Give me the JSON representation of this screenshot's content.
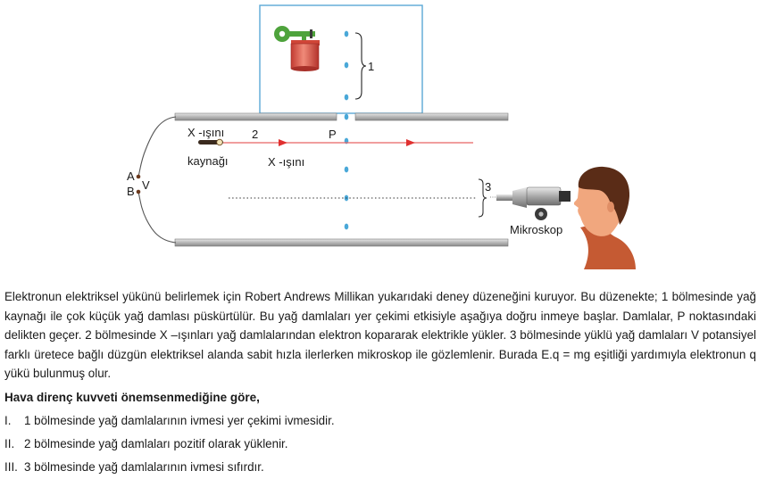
{
  "diagram": {
    "label_chamber_1": "1",
    "label_x_ray_source_line1": "X -ışını",
    "label_x_ray_source_line2": "kaynağı",
    "label_chamber_2": "2",
    "label_point_p": "P",
    "label_x_ray_beam": "X -ışını",
    "label_terminal_a": "A",
    "label_terminal_b": "B",
    "label_voltage": "V",
    "label_chamber_3": "3",
    "label_microscope": "Mikroskop"
  },
  "paragraph": "Elektronun elektriksel yükünü belirlemek için Robert Andrews Millikan yukarıdaki deney düzeneğini kuruyor. Bu düzenekte; 1 bölmesinde yağ kaynağı ile çok küçük yağ damlası püskürtülür. Bu yağ damlaları yer çekimi etkisiyle aşağıya doğru inmeye başlar. Damlalar, P noktasındaki delikten geçer. 2 bölmesinde X –ışınları yağ damlalarından elektron kopararak elektrikle yükler. 3 bölmesinde yüklü yağ damlaları V potansiyel farklı üretece bağlı düzgün elektriksel alanda sabit hızla ilerlerken mikroskop ile gözlemlenir. Burada E.q = mg eşitliği yardımıyla elektronun q yükü bulunmuş olur.",
  "question": "Hava direnç kuvveti önemsenmediğine göre,",
  "statements": [
    {
      "num": "I.",
      "text": "1 bölmesinde yağ damlalarının ivmesi yer çekimi ivmesidir."
    },
    {
      "num": "II.",
      "text": "2 bölmesinde yağ damlaları pozitif olarak yüklenir."
    },
    {
      "num": "III.",
      "text": "3 bölmesinde yağ damlalarının ivmesi sıfırdır."
    }
  ]
}
